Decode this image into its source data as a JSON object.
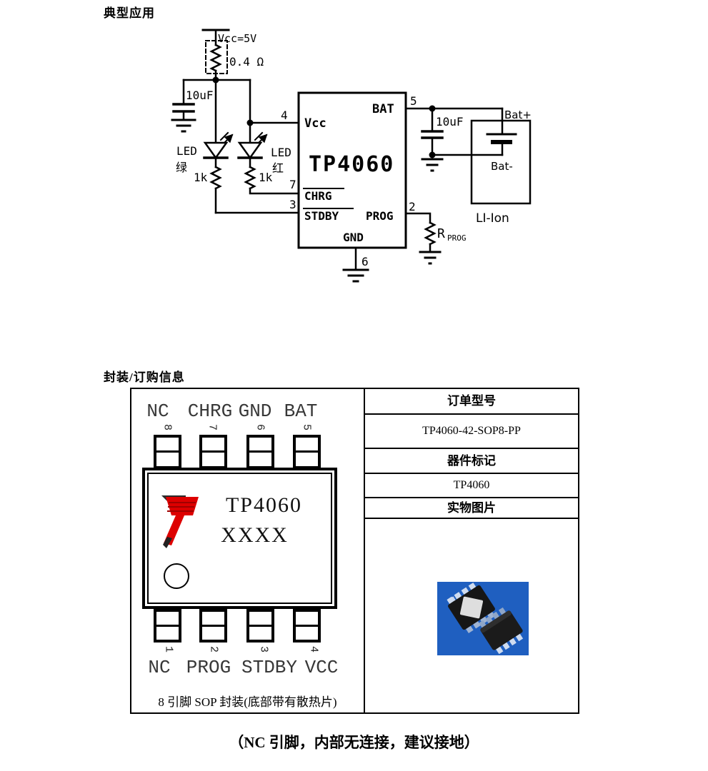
{
  "sections": {
    "typical_application_title": "典型应用",
    "package_ordering_title": "封装/订购信息",
    "bottom_note": "（NC 引脚，内部无连接，建议接地）"
  },
  "circuit": {
    "supply_label": "Vcc=5V",
    "supply_resistor": "0.4 Ω",
    "input_cap": "10uF",
    "output_cap": "10uF",
    "led_left": {
      "name": "LED",
      "color": "绿",
      "resistor": "1k"
    },
    "led_right": {
      "name": "LED",
      "color": "红",
      "resistor": "1k"
    },
    "chip": {
      "name": "TP4060",
      "pins": {
        "vcc": "Vcc",
        "bat": "BAT",
        "chrg": "CHRG",
        "stdby": "STDBY",
        "prog": "PROG",
        "gnd": "GND"
      },
      "pin_numbers": {
        "vcc": "4",
        "bat": "5",
        "chrg": "7",
        "stdby": "3",
        "prog": "2",
        "gnd": "6"
      }
    },
    "battery": {
      "plus": "Bat+",
      "minus": "Bat-",
      "type": "LI-Ion"
    },
    "rprog": {
      "main": "R",
      "sub": "PROG"
    }
  },
  "package": {
    "top_pins": [
      {
        "num": "8",
        "label": "NC"
      },
      {
        "num": "7",
        "label": "CHRG"
      },
      {
        "num": "6",
        "label": "GND"
      },
      {
        "num": "5",
        "label": "BAT"
      }
    ],
    "bottom_pins": [
      {
        "num": "1",
        "label": "NC"
      },
      {
        "num": "2",
        "label": "PROG"
      },
      {
        "num": "3",
        "label": "STDBY"
      },
      {
        "num": "4",
        "label": "VCC"
      }
    ],
    "marking": {
      "line1": "TP4060",
      "line2": "XXXX"
    },
    "caption": "8 引脚 SOP 封装(底部带有散热片)"
  },
  "order_table": {
    "rows": [
      {
        "style": "header",
        "text": "订单型号"
      },
      {
        "style": "value",
        "text": "TP4060-42-SOP8-PP"
      },
      {
        "style": "header",
        "text": "器件标记"
      },
      {
        "style": "value",
        "text": "TP4060"
      },
      {
        "style": "header",
        "text": "实物图片"
      }
    ]
  },
  "colors": {
    "logo_red": "#dd0000",
    "photo_blue": "#1f5fc0",
    "pkg_label_gray": "#383838"
  }
}
